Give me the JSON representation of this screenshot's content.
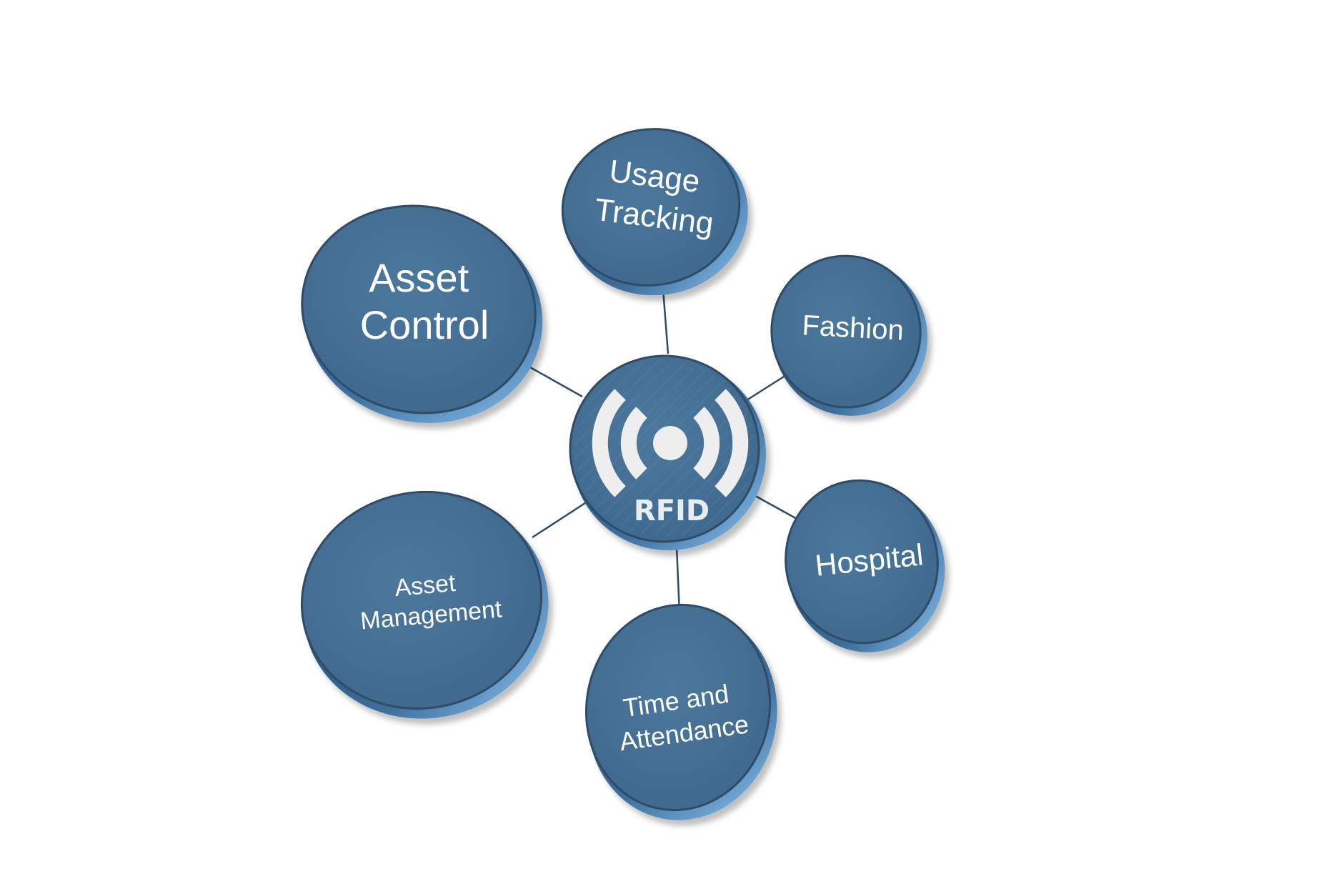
{
  "hub": {
    "icon": "rfid-signal-icon",
    "label": "RFID"
  },
  "nodes": [
    {
      "id": "usage-tracking",
      "lines": [
        "Usage",
        "Tracking"
      ]
    },
    {
      "id": "fashion",
      "lines": [
        "Fashion"
      ]
    },
    {
      "id": "hospital",
      "lines": [
        "Hospital"
      ]
    },
    {
      "id": "time-and-attendance",
      "lines": [
        "Time and",
        "Attendance"
      ]
    },
    {
      "id": "asset-management",
      "lines": [
        "Asset",
        "Management"
      ]
    },
    {
      "id": "asset-control",
      "lines": [
        "Asset",
        "Control"
      ]
    }
  ],
  "colors": {
    "disc_face": "#456f94",
    "disc_edge": "#2d4b68",
    "disc_rim_glow": "#7fb6ea",
    "connector": "#2d4b68",
    "hub_icon": "#eeeeee"
  }
}
